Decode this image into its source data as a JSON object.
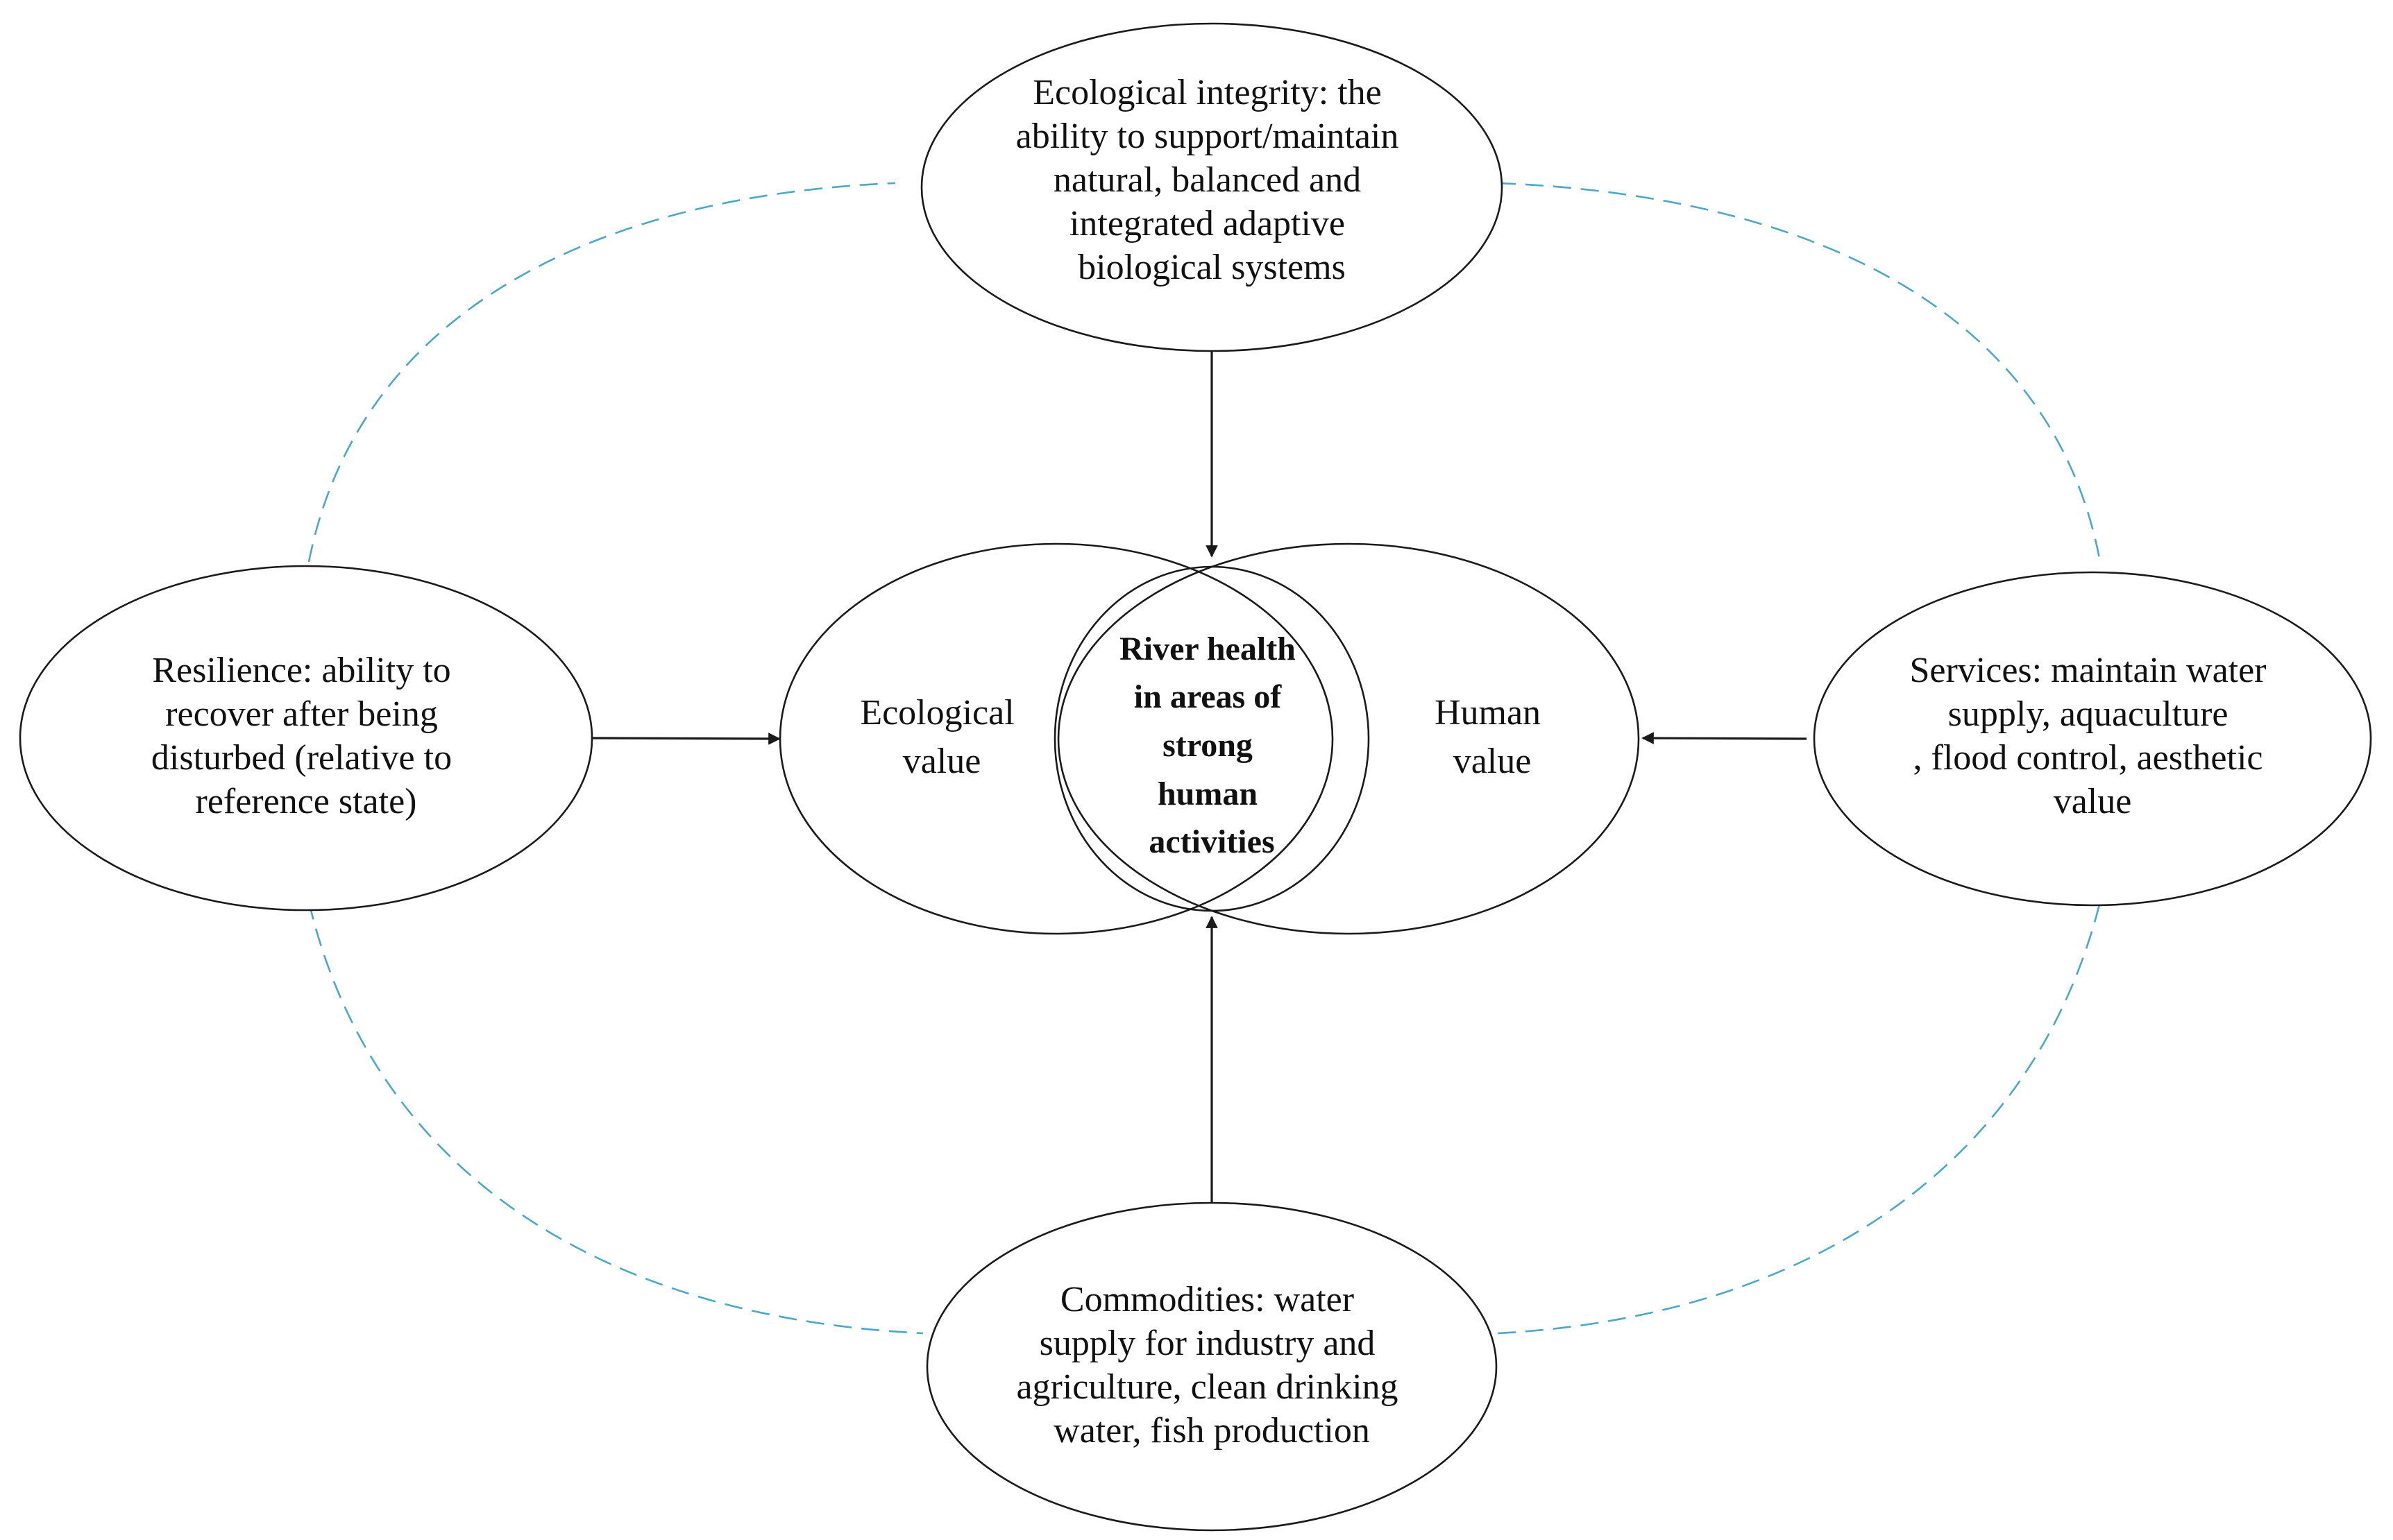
{
  "colors": {
    "stroke": "#1a1a1a",
    "dashed_connector": "#4aa8c9",
    "text": "#111111",
    "background": "#ffffff"
  },
  "nodes": {
    "ecological_integrity": {
      "lines": [
        "Ecological integrity: the",
        "ability to support/maintain",
        "natural, balanced and",
        "integrated adaptive",
        "biological systems"
      ]
    },
    "resilience": {
      "lines": [
        "Resilience: ability to",
        "recover after being",
        "disturbed (relative to",
        "reference state)"
      ]
    },
    "services": {
      "lines": [
        "Services: maintain water",
        "supply, aquaculture",
        ",  flood control, aesthetic",
        "value"
      ]
    },
    "commodities": {
      "lines": [
        "Commodities: water",
        "supply for industry and",
        "agriculture, clean drinking",
        "water, fish production"
      ]
    },
    "ecological_value": {
      "lines": [
        "Ecological",
        "value"
      ]
    },
    "human_value": {
      "lines": [
        "Human",
        "value"
      ]
    },
    "river_health": {
      "lines": [
        "River health",
        "in areas of",
        "strong",
        "human",
        "activities"
      ]
    }
  }
}
